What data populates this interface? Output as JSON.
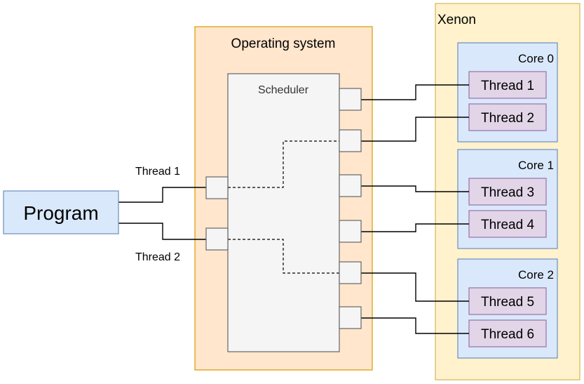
{
  "program": {
    "label": "Program"
  },
  "program_threads": {
    "t1": "Thread 1",
    "t2": "Thread 2"
  },
  "os": {
    "label": "Operating system",
    "scheduler": "Scheduler"
  },
  "cpu": {
    "label": "Xenon",
    "cores": [
      {
        "label": "Core 0",
        "threads": [
          "Thread 1",
          "Thread 2"
        ]
      },
      {
        "label": "Core 1",
        "threads": [
          "Thread 3",
          "Thread 4"
        ]
      },
      {
        "label": "Core 2",
        "threads": [
          "Thread 5",
          "Thread 6"
        ]
      }
    ]
  },
  "colors": {
    "program_fill": "#dae8fc",
    "program_stroke": "#6c8ebf",
    "os_fill": "#ffe6cc",
    "os_stroke": "#d79b00",
    "cpu_fill": "#fff2cc",
    "cpu_stroke": "#d6b656",
    "core_fill": "#dae8fc",
    "core_stroke": "#6c8ebf",
    "thread_fill": "#e1d5e7",
    "thread_stroke": "#9673a6",
    "scheduler_fill": "#f5f5f5",
    "scheduler_stroke": "#666666"
  }
}
